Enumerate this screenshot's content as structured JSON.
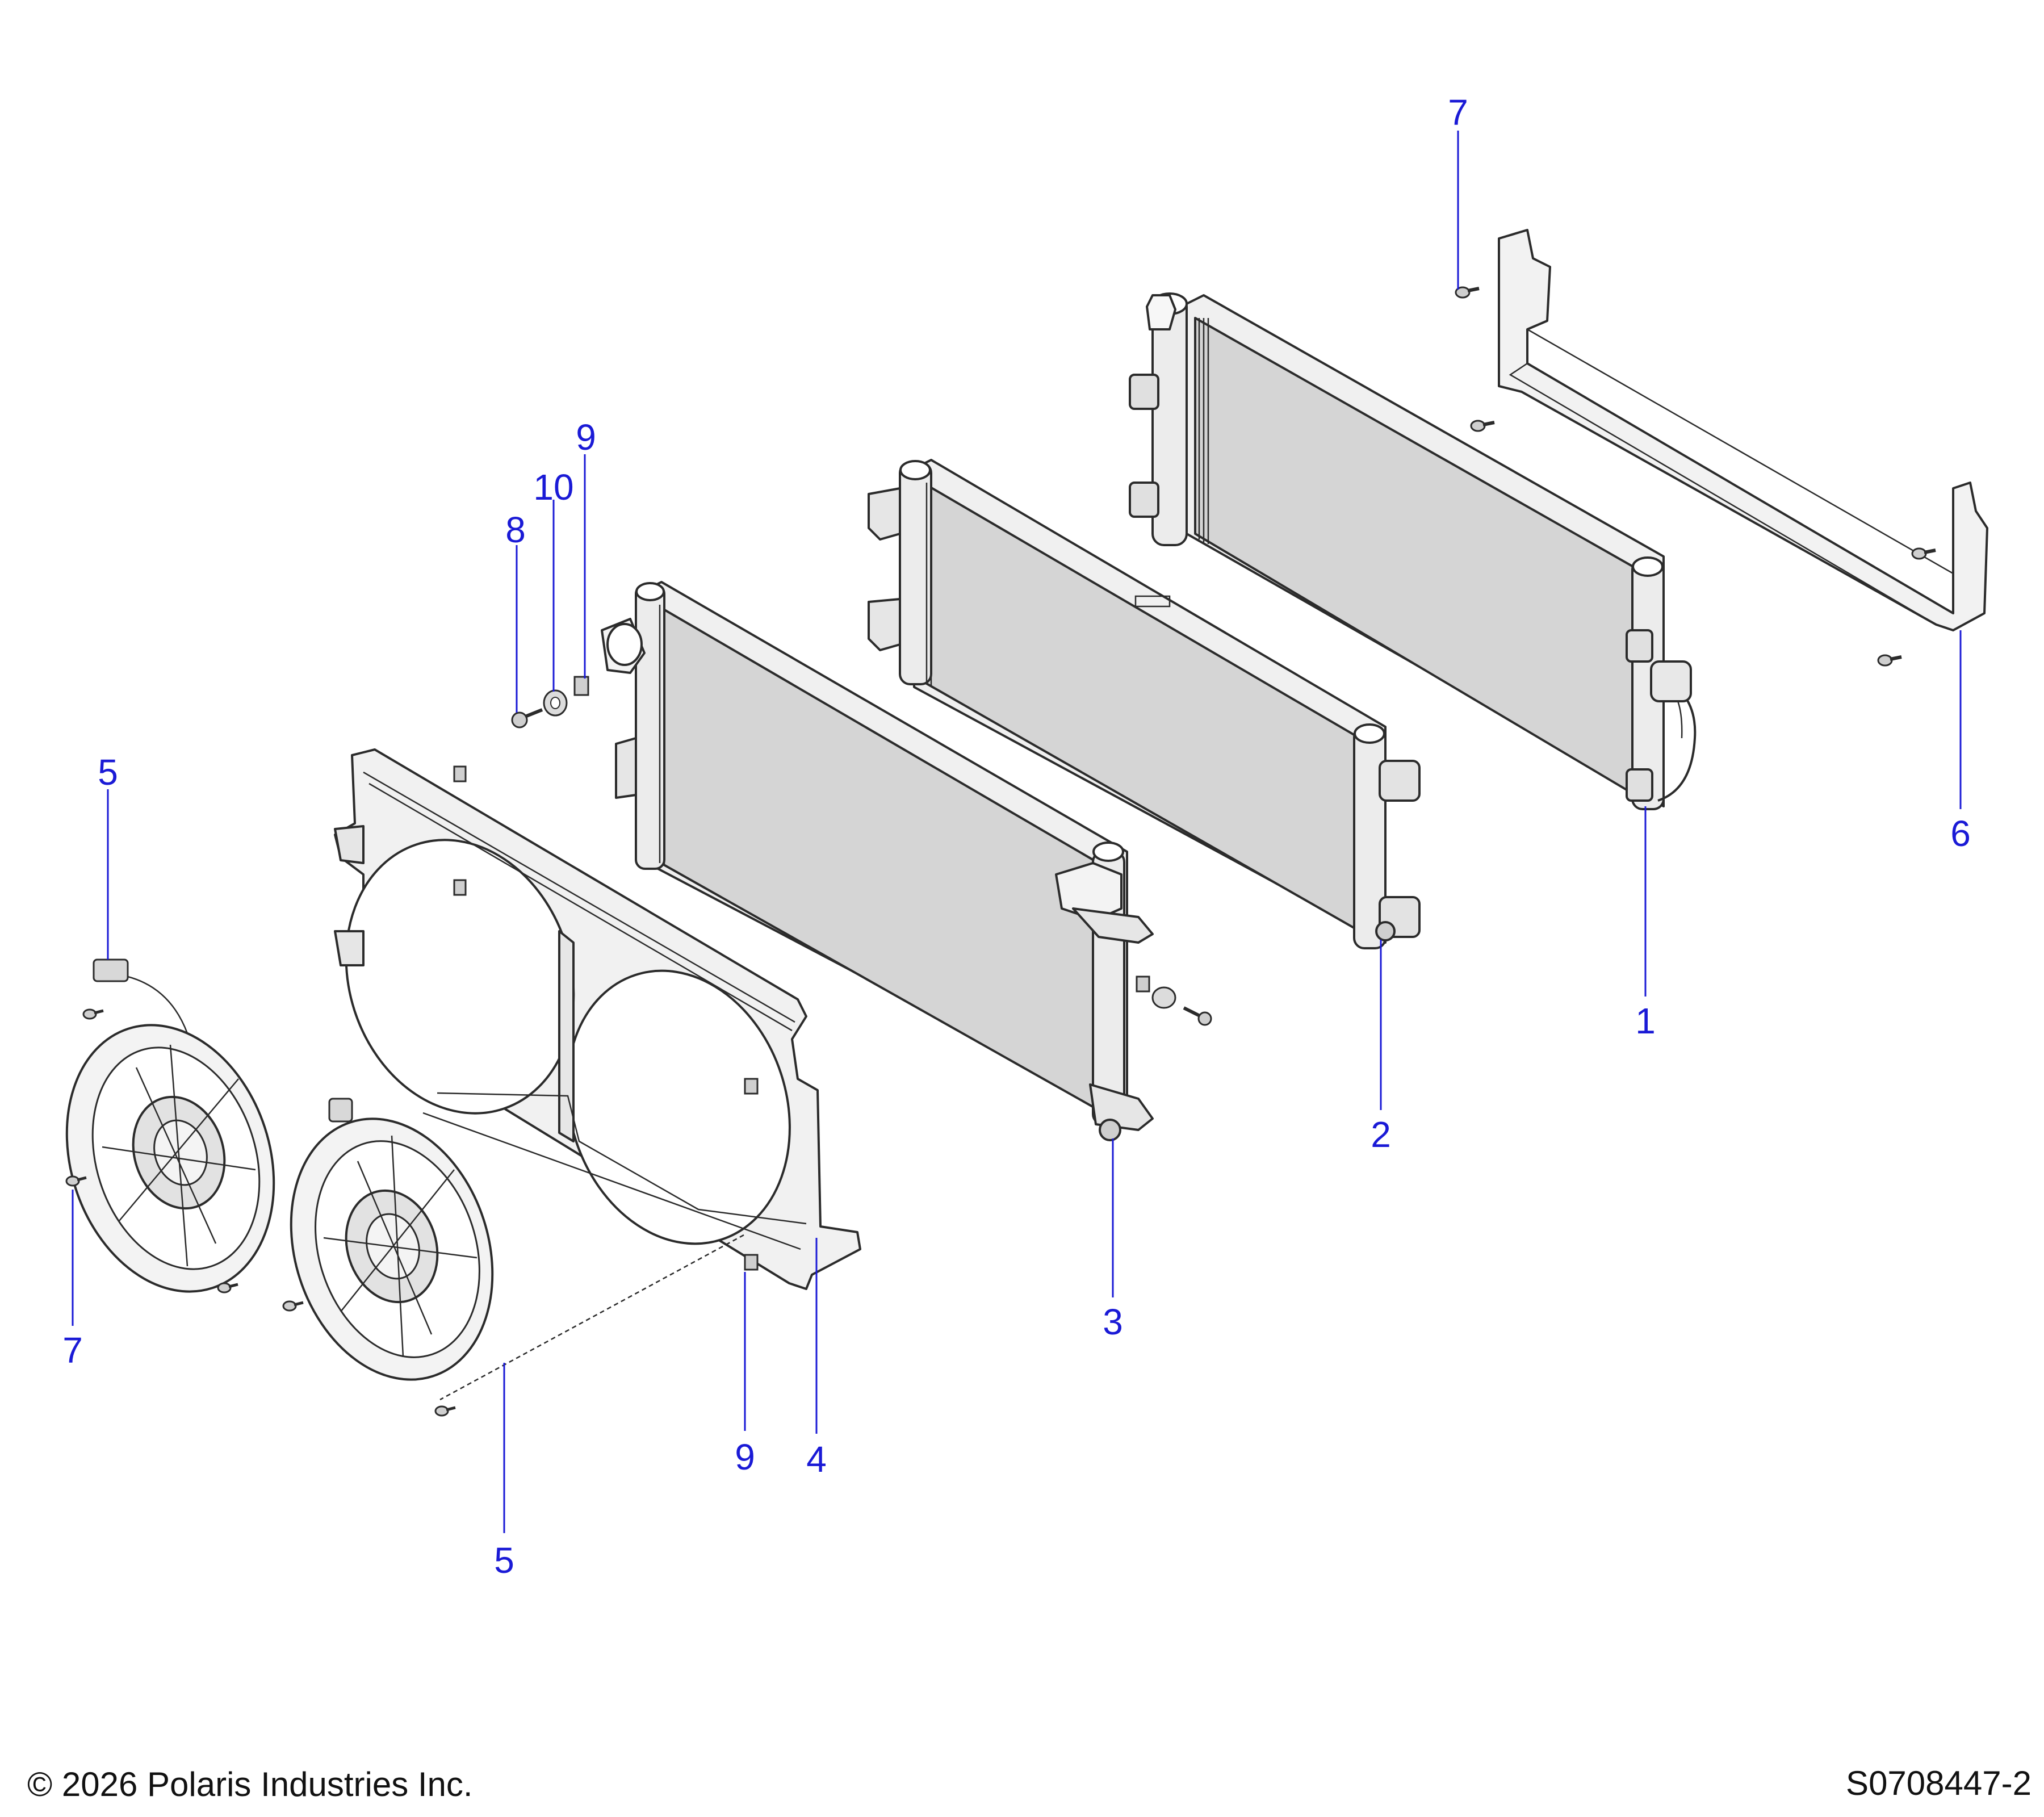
{
  "callouts": [
    {
      "id": "c7-top",
      "label": "7"
    },
    {
      "id": "c9-top",
      "label": "9"
    },
    {
      "id": "c10",
      "label": "10"
    },
    {
      "id": "c8",
      "label": "8"
    },
    {
      "id": "c5-left",
      "label": "5"
    },
    {
      "id": "c6",
      "label": "6"
    },
    {
      "id": "c1",
      "label": "1"
    },
    {
      "id": "c2",
      "label": "2"
    },
    {
      "id": "c3",
      "label": "3"
    },
    {
      "id": "c7-bottom",
      "label": "7"
    },
    {
      "id": "c9-bottom",
      "label": "9"
    },
    {
      "id": "c4",
      "label": "4"
    },
    {
      "id": "c5-bottom",
      "label": "5"
    }
  ],
  "footer": {
    "copyright": "© 2026 Polaris Industries Inc.",
    "diagram_id": "S0708447-2"
  },
  "colors": {
    "callout": "#1a1ad6",
    "part_fill": "#ededed",
    "core_fill": "#d5d5d5",
    "outline": "#2b2b2b"
  }
}
